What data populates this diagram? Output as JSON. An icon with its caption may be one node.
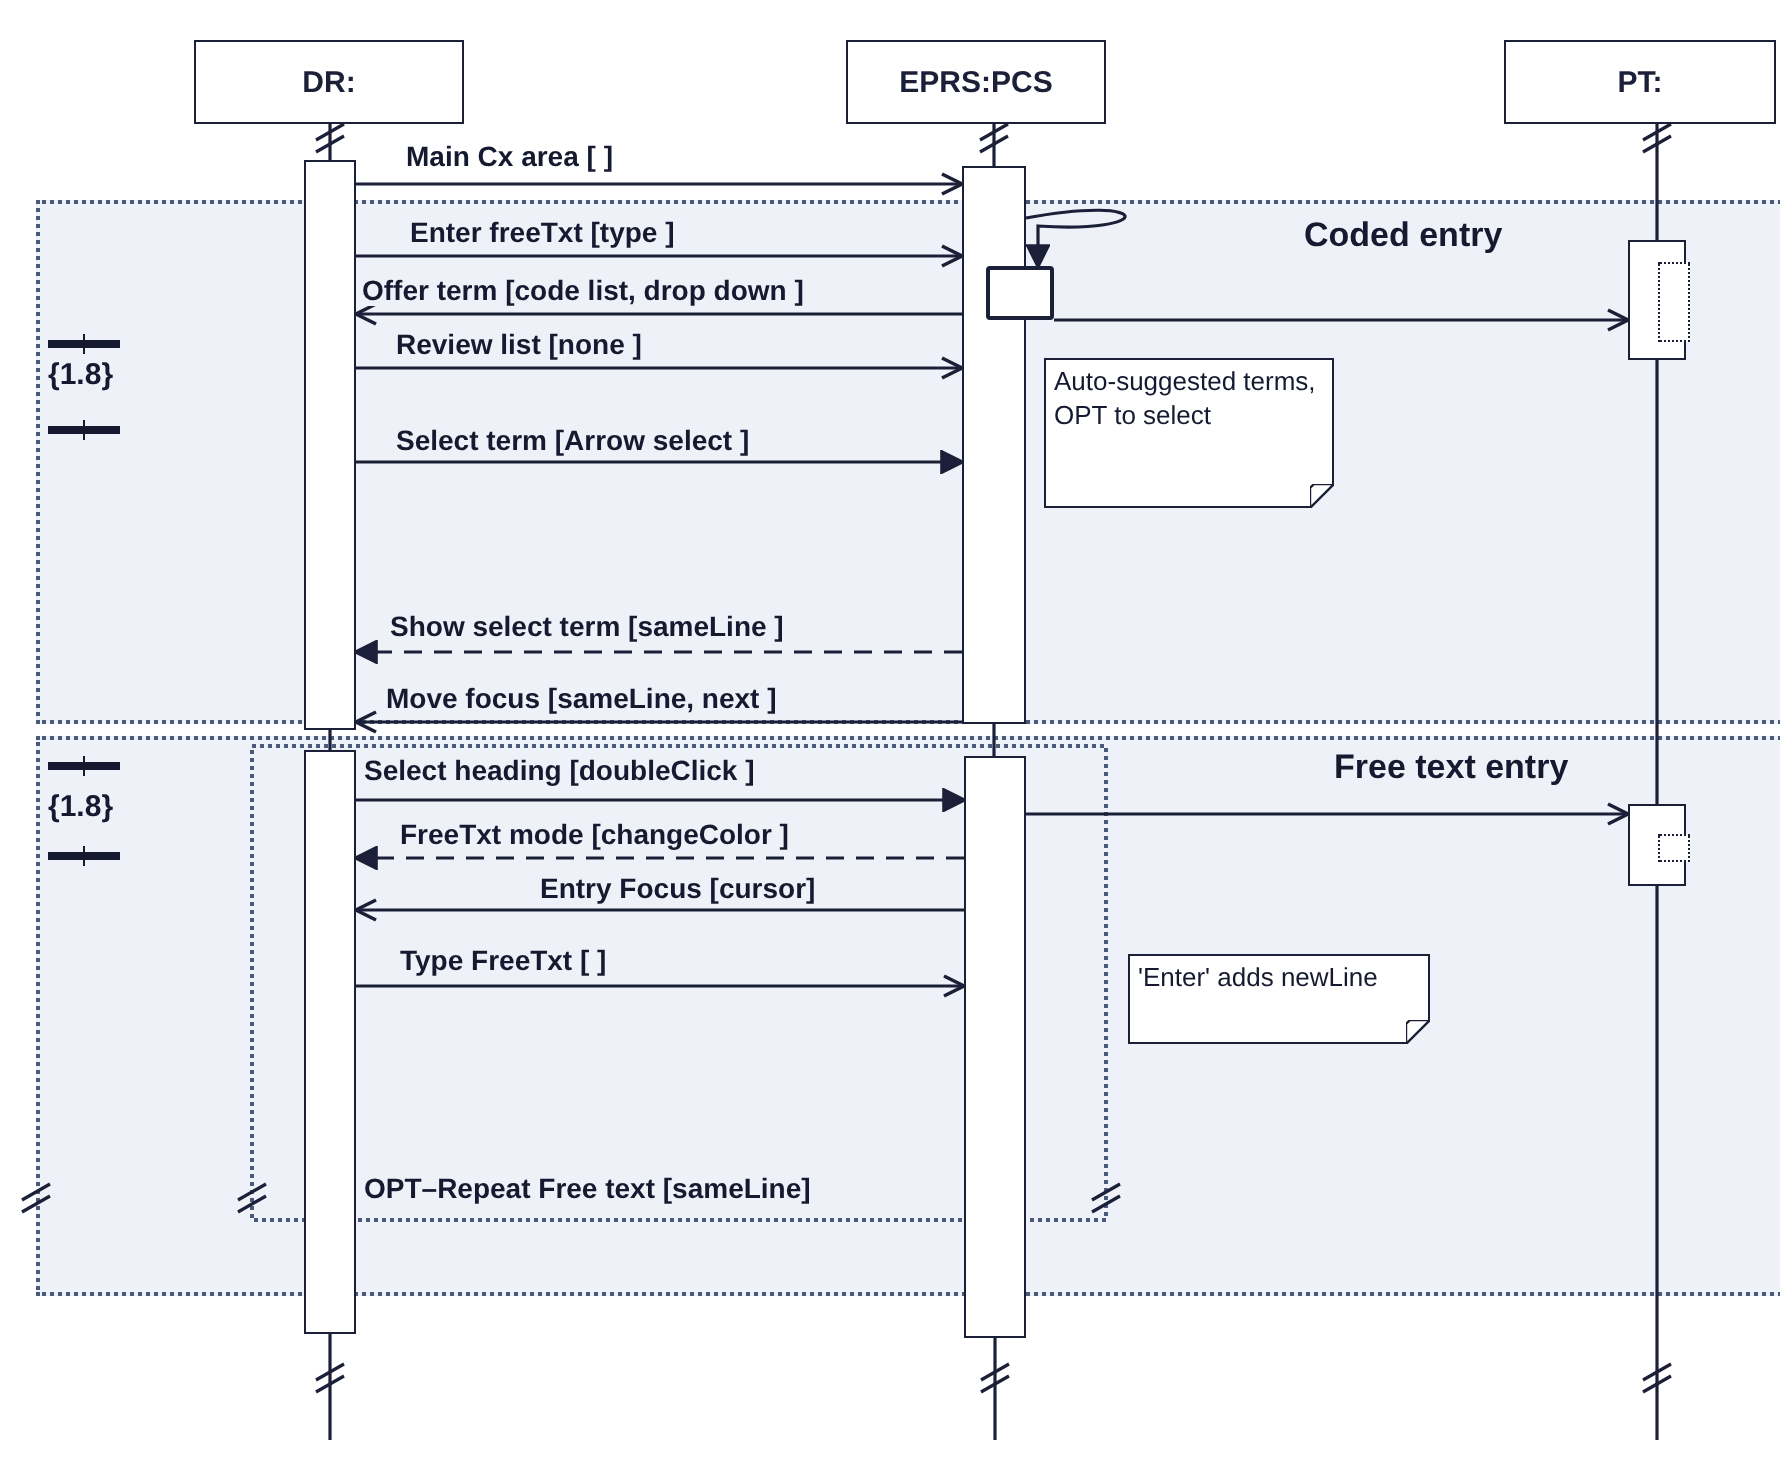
{
  "diagram": {
    "nodes": [
      {
        "text": [
          "DR:"
        ]
      },
      {
        "text": [
          "EPRS:PCS"
        ]
      },
      {
        "text": [
          "PT:"
        ]
      },
      {
        "text": [],
        "shape": "bar"
      },
      {
        "text": [],
        "shape": "bar"
      },
      {
        "text": [],
        "shape": "box",
        "in": 10
      },
      {
        "text": [],
        "shape": "bar",
        "in": 10
      },
      {
        "text": [],
        "shape": "bar"
      },
      {
        "text": [],
        "shape": "bar"
      },
      {
        "text": [],
        "shape": "bar",
        "in": 11
      },
      {
        "text": [
          "Coded entry"
        ]
      },
      {
        "text": [
          "Free text entry"
        ]
      },
      {
        "text": [
          "Auto-suggested terms, OPT to select"
        ],
        "in": 10
      },
      {
        "text": [
          "'Enter' adds newLine"
        ],
        "in": 11
      }
    ],
    "edges": [
      {
        "from": 0,
        "to": 3,
        "arrow": "none"
      },
      {
        "from": 3,
        "to": 7,
        "arrow": "none"
      },
      {
        "from": 7,
        "to": null,
        "arrow": "none"
      },
      {
        "from": 1,
        "to": 4,
        "arrow": "none"
      },
      {
        "from": 4,
        "to": 8,
        "arrow": "none"
      },
      {
        "from": 8,
        "to": null,
        "arrow": "none"
      },
      {
        "from": 2,
        "to": 6,
        "arrow": "none"
      },
      {
        "from": 6,
        "to": 9,
        "arrow": "none"
      },
      {
        "from": 9,
        "to": null,
        "arrow": "none"
      },
      {
        "from": 3,
        "to": 4,
        "arrow": "to",
        "label": "Main Cx area [ ]"
      },
      {
        "from": 3,
        "to": 4,
        "arrow": "to",
        "label": "Enter freeTxt [type ]"
      },
      {
        "from": 4,
        "to": 5,
        "arrow": "to"
      },
      {
        "from": 4,
        "to": 3,
        "arrow": "to",
        "label": "Offer term [code list, drop down ]"
      },
      {
        "from": 5,
        "to": 6,
        "arrow": "to"
      },
      {
        "from": 3,
        "to": 4,
        "arrow": "to",
        "label": "Review list [none ]"
      },
      {
        "from": 3,
        "to": 4,
        "arrow": "to",
        "label": "Select term [Arrow select ]"
      },
      {
        "from": 4,
        "to": 3,
        "arrow": "to",
        "label": "Show select term [sameLine ]",
        "style": "dashed"
      },
      {
        "from": 4,
        "to": 3,
        "arrow": "to",
        "label": "Move focus [sameLine, next ]"
      },
      {
        "from": 7,
        "to": 8,
        "arrow": "to",
        "label": "Select heading [doubleClick ]"
      },
      {
        "from": 8,
        "to": 9,
        "arrow": "to"
      },
      {
        "from": 8,
        "to": 7,
        "arrow": "to",
        "label": "FreeTxt mode [changeColor ]",
        "style": "dashed"
      },
      {
        "from": 8,
        "to": 7,
        "arrow": "to",
        "label": "Entry Focus [cursor]"
      },
      {
        "from": 7,
        "to": 8,
        "arrow": "to",
        "label": "Type FreeTxt [ ]"
      }
    ],
    "labels": [
      "{1.8}",
      "{1.8}",
      "OPT–Repeat Free text [sameLine]"
    ]
  }
}
